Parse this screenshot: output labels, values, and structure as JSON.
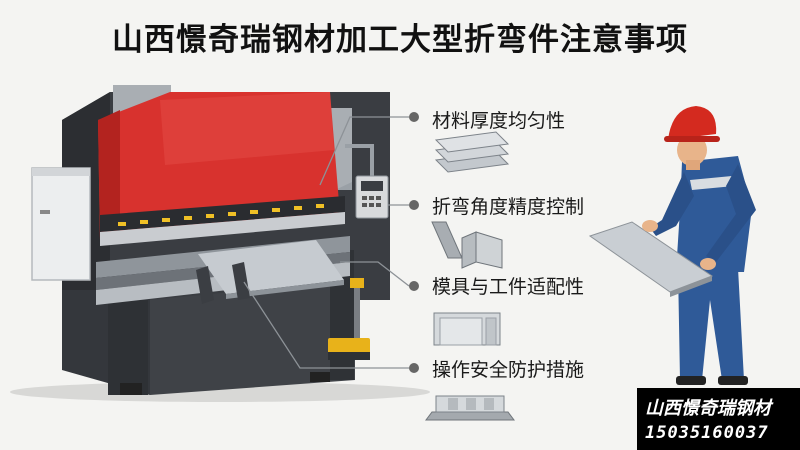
{
  "title": "山西憬奇瑞钢材加工大型折弯件注意事项",
  "points": [
    {
      "label": "材料厚度均匀性",
      "icon": "stacked-plates-icon"
    },
    {
      "label": "折弯角度精度控制",
      "icon": "bent-profile-icon"
    },
    {
      "label": "模具与工件适配性",
      "icon": "die-blocks-icon"
    },
    {
      "label": "操作安全防护措施",
      "icon": "safety-base-icon"
    }
  ],
  "badge": {
    "company": "山西憬奇瑞钢材",
    "phone": "15035160037"
  },
  "colors": {
    "machine_red": "#d8322e",
    "machine_dark": "#3a3d42",
    "worker_blue": "#2f5a98",
    "helmet_red": "#d42a1f",
    "pedal_yellow": "#e8b21a"
  }
}
